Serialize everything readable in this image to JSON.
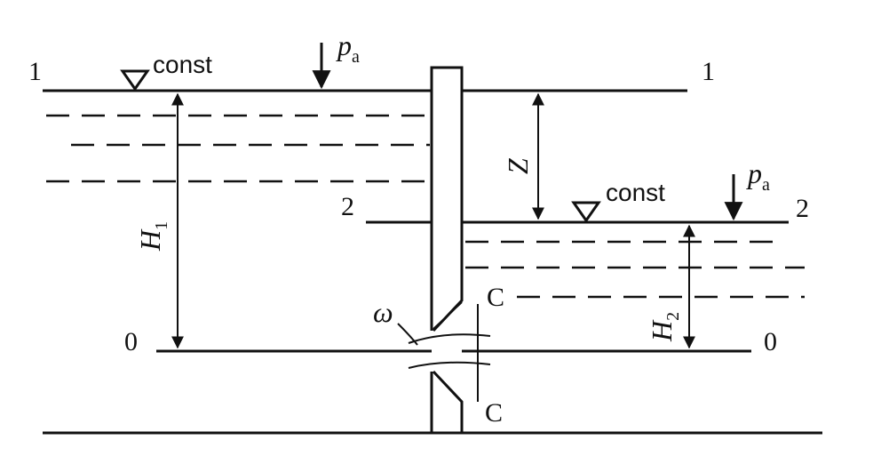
{
  "levels": {
    "upper_left": "1",
    "upper_right": "1",
    "mid_left": "2",
    "mid_right": "2",
    "datum_left": "0",
    "datum_right": "0"
  },
  "surface_marker": {
    "left": "const",
    "right": "const"
  },
  "pressure": {
    "left_symbol": "p",
    "left_sub": "a",
    "right_symbol": "p",
    "right_sub": "a"
  },
  "dimensions": {
    "head_left_symbol": "H",
    "head_left_sub": "1",
    "head_right_symbol": "H",
    "head_right_sub": "2",
    "level_difference": "Z"
  },
  "orifice": {
    "area_symbol": "ω",
    "section_top": "C",
    "section_bottom": "C"
  }
}
